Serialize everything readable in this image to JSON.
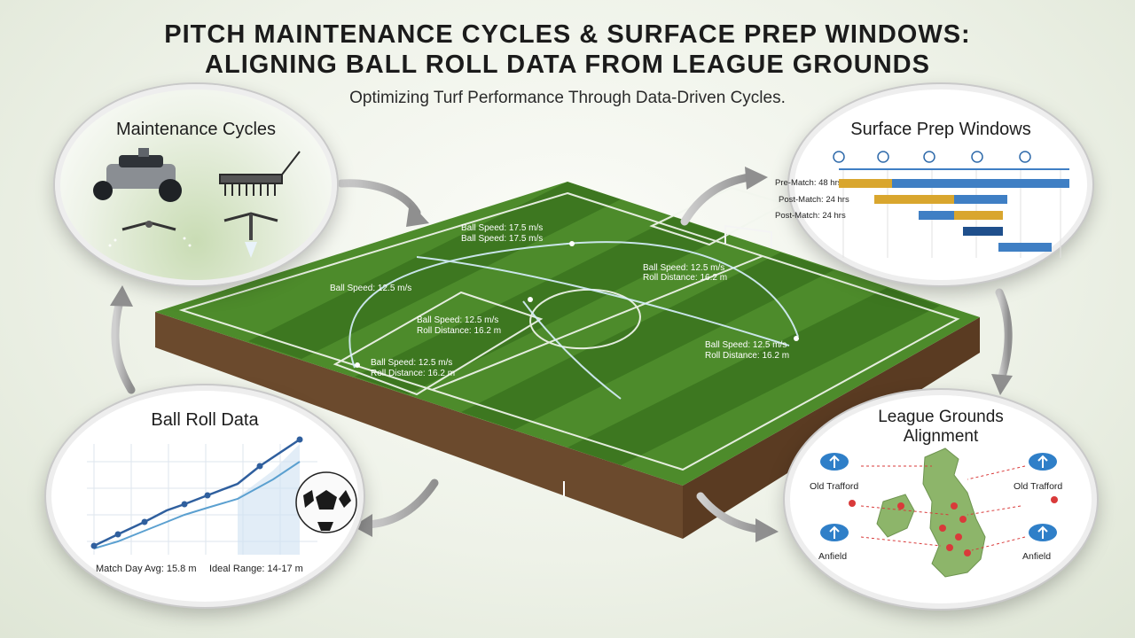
{
  "header": {
    "title_line1": "PITCH MAINTENANCE CYCLES & SURFACE PREP WINDOWS:",
    "title_line2": "ALIGNING BALL ROLL DATA FROM LEAGUE GROUNDS",
    "subtitle": "Optimizing Turf Performance Through Data-Driven Cycles."
  },
  "maintenance": {
    "title": "Maintenance Cycles",
    "icons": [
      "mower-icon",
      "aerator-icon",
      "sprinkler-icon",
      "irrigation-head-icon"
    ]
  },
  "surface_prep": {
    "title": "Surface Prep Windows",
    "rows": [
      {
        "label": "Pre-Match: 48 hrs"
      },
      {
        "label": "Post-Match: 24 hrs"
      },
      {
        "label": "Post-Match: 24 hrs"
      }
    ],
    "colors": {
      "gold": "#d9a62e",
      "blue": "#3f7fc4",
      "navy": "#1f4f8c"
    }
  },
  "ball_roll": {
    "title": "Ball Roll Data",
    "match_day": "Match Day Avg: 15.8 m",
    "ideal_range": "Ideal Range: 14-17 m",
    "colors": {
      "line1": "#2f5f9e",
      "line2": "#5ba0d0"
    }
  },
  "league": {
    "title_line1": "League Grounds",
    "title_line2": "Alignment",
    "labels": {
      "old_trafford_left": "Old Trafford",
      "old_trafford_right": "Old Trafford",
      "anfield_left": "Anfield",
      "anfield_right": "Anfield"
    },
    "colors": {
      "land": "#8db56a",
      "pin": "#d93a3a",
      "cloud": "#2f7fc8"
    }
  },
  "pitch": {
    "labels": [
      {
        "l1": "Ball Speed: 17.5 m/s",
        "l2": "Ball Speed: 17.5 m/s"
      },
      {
        "l1": "Ball Speed: 12.5 m/s"
      },
      {
        "l1": "Ball Speed: 12.5 m/s",
        "l2": "Roll Distance: 16.2 m"
      },
      {
        "l1": "Ball Speed: 12.5 m/s",
        "l2": "Roll Distance: 16.2 m"
      },
      {
        "l1": "Ball Speed: 12.5 m/s",
        "l2": "Roll Distance: 16.2 m"
      },
      {
        "l1": "Ball Speed: 12.5 m/s",
        "l2": "Roll Distance: 16.2 m"
      }
    ],
    "colors": {
      "grass_dark": "#3f7a22",
      "grass_light": "#5f9a35",
      "soil": "#6b4a2d"
    }
  }
}
